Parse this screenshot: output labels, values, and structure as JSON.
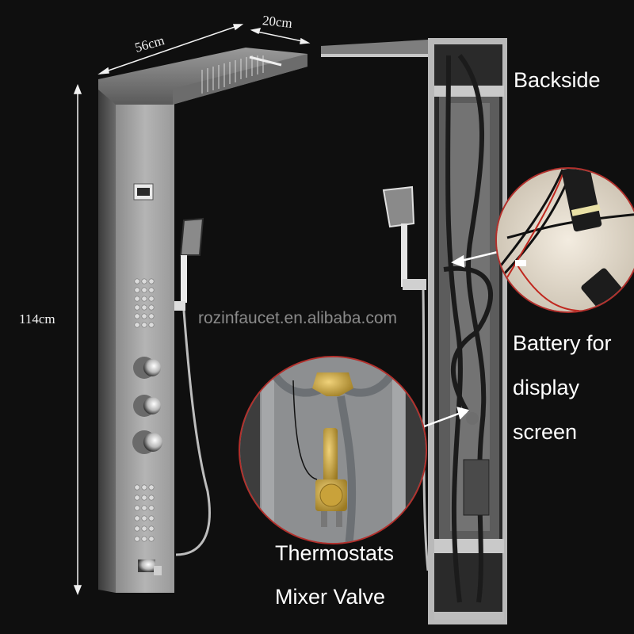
{
  "image": {
    "background": "#0f0f0f",
    "subject": "Stainless steel shower panel tower — front view and backside view"
  },
  "dimensions": {
    "width_label": "56cm",
    "depth_label": "20cm",
    "height_label": "114cm"
  },
  "watermark": "rozinfaucet.en.alibaba.com",
  "callouts": {
    "backside": "Backside",
    "battery_line1": "Battery for",
    "battery_line2": "display",
    "battery_line3": "screen",
    "valve_line1": "Thermostats",
    "valve_line2": "Mixer Valve"
  },
  "colors": {
    "panel_steel": "#a9a9a9",
    "panel_edge": "#5e5e5e",
    "brass": "#c9a23a",
    "inset_border": "#b3302c",
    "text": "#ffffff",
    "watermark": "#8a8a8a"
  }
}
